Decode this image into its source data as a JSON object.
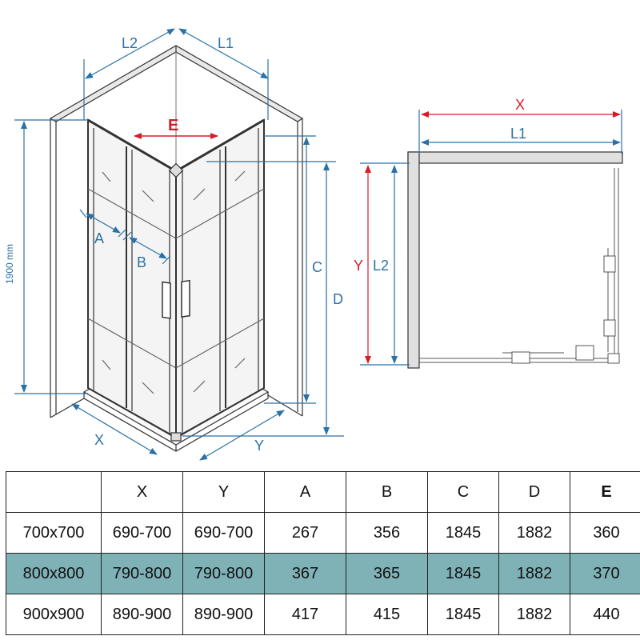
{
  "iso": {
    "labels": {
      "l2": "L2",
      "l1": "L1",
      "e": "E",
      "a": "A",
      "b": "B",
      "c": "C",
      "d": "D",
      "x": "X",
      "y": "Y",
      "height": "1900 mm"
    }
  },
  "plan": {
    "labels": {
      "x": "X",
      "l1": "L1",
      "y": "Y",
      "l2": "L2"
    }
  },
  "colors": {
    "blue": "#2a72a6",
    "red": "#d81b2a",
    "highlight": "#7fb2b7"
  },
  "table": {
    "headers": [
      "",
      "X",
      "Y",
      "A",
      "B",
      "C",
      "D",
      "E"
    ],
    "rows": [
      [
        "700x700",
        "690-700",
        "690-700",
        "267",
        "356",
        "1845",
        "1882",
        "360"
      ],
      [
        "800x800",
        "790-800",
        "790-800",
        "367",
        "365",
        "1845",
        "1882",
        "370"
      ],
      [
        "900x900",
        "890-900",
        "890-900",
        "417",
        "415",
        "1845",
        "1882",
        "440"
      ]
    ],
    "highlight_row": 1
  }
}
